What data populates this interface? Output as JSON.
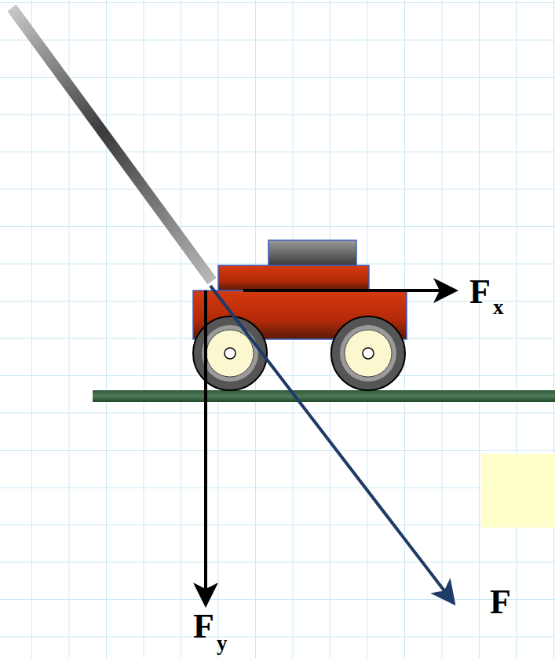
{
  "diagram": {
    "labels": [
      "F",
      "x",
      "F",
      "y",
      "F"
    ]
  }
}
